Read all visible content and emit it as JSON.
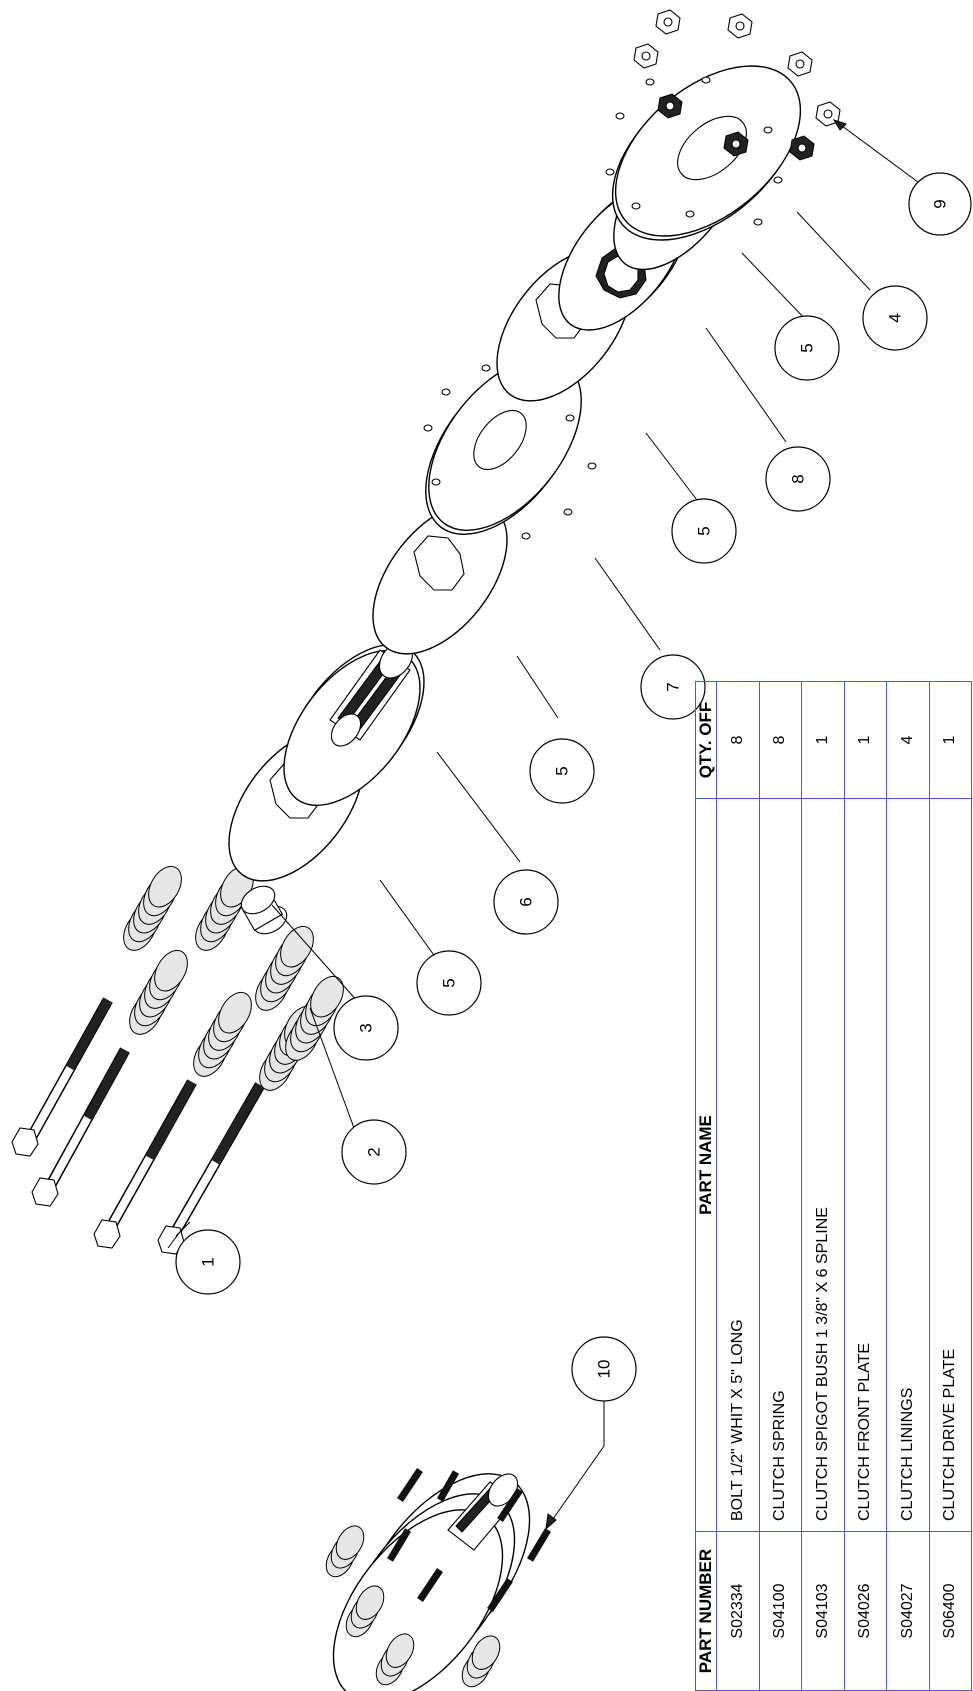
{
  "callouts": [
    "1",
    "2",
    "3",
    "5",
    "6",
    "5",
    "7",
    "5",
    "8",
    "5",
    "4",
    "9",
    "10"
  ],
  "table": {
    "headers": {
      "part_number": "PART NUMBER",
      "part_name": "PART NAME",
      "qty": "QTY. OFF"
    },
    "rows": [
      {
        "part_number": "S02334",
        "part_name": "BOLT 1/2\" WHIT X 5\" LONG",
        "qty": "8"
      },
      {
        "part_number": "S04100",
        "part_name": "CLUTCH SPRING",
        "qty": "8"
      },
      {
        "part_number": "S04103",
        "part_name": "CLUTCH SPIGOT BUSH 1 3/8\" X 6 SPLINE",
        "qty": "1"
      },
      {
        "part_number": "S04026",
        "part_name": "CLUTCH FRONT PLATE",
        "qty": "1"
      },
      {
        "part_number": "S04027",
        "part_name": "CLUTCH LININGS",
        "qty": "4"
      },
      {
        "part_number": "S06400",
        "part_name": "CLUTCH DRIVE PLATE",
        "qty": "1"
      }
    ]
  }
}
